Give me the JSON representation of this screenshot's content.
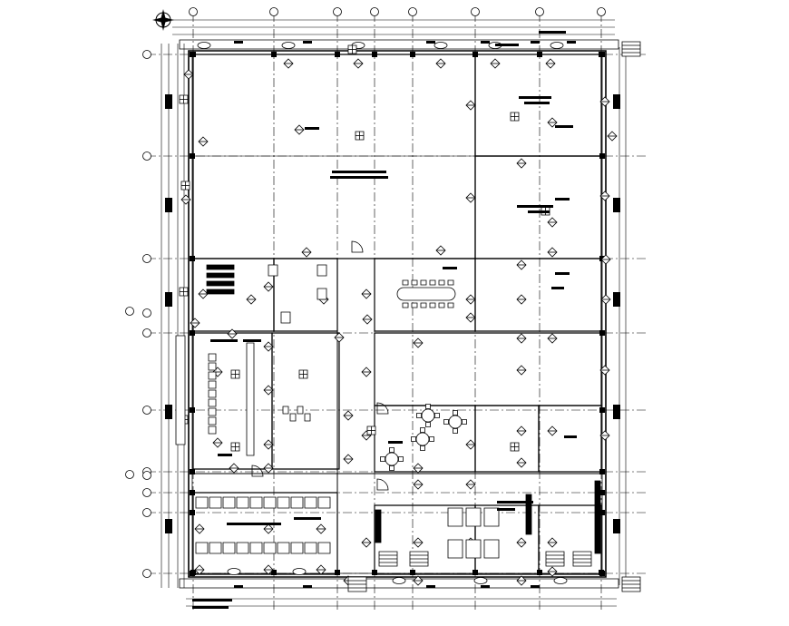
{
  "drawing": {
    "type": "architectural-floor-plan",
    "view": "plan",
    "background_color": "#ffffff",
    "line_color": "#000000",
    "printed_text": [],
    "icons": [
      "north-arrow-icon",
      "column-grid-bubble-icon",
      "section-marker-icon",
      "level-marker-icon",
      "door-swing-icon",
      "conference-table-icon",
      "round-table-icon",
      "toilet-stall-icon",
      "stair-icon"
    ]
  },
  "rooms": [
    {
      "id": "warehouse-north-large",
      "kind": "open-hall"
    },
    {
      "id": "office-north-east-1",
      "kind": "office"
    },
    {
      "id": "office-north-east-2",
      "kind": "office"
    },
    {
      "id": "office-west-row",
      "kind": "office-with-desks"
    },
    {
      "id": "restroom-small",
      "kind": "restroom"
    },
    {
      "id": "conference-room",
      "kind": "meeting-room"
    },
    {
      "id": "open-office-east",
      "kind": "open-office"
    },
    {
      "id": "locker-room",
      "kind": "locker-room"
    },
    {
      "id": "training-room",
      "kind": "training-room"
    },
    {
      "id": "hall-center",
      "kind": "open-hall"
    },
    {
      "id": "dining-area",
      "kind": "dining"
    },
    {
      "id": "office-south-east-1",
      "kind": "office"
    },
    {
      "id": "office-south-east-2",
      "kind": "office"
    },
    {
      "id": "shelving-room-south-west",
      "kind": "storage"
    },
    {
      "id": "restroom-block-south",
      "kind": "restroom"
    },
    {
      "id": "kitchen-south",
      "kind": "kitchen"
    },
    {
      "id": "office-south-east-3",
      "kind": "office"
    }
  ],
  "furniture": {
    "conference_table_chairs": 12,
    "round_tables": 4,
    "toilet_stalls": 6,
    "lockers": 9,
    "shelving_rows": 4
  }
}
